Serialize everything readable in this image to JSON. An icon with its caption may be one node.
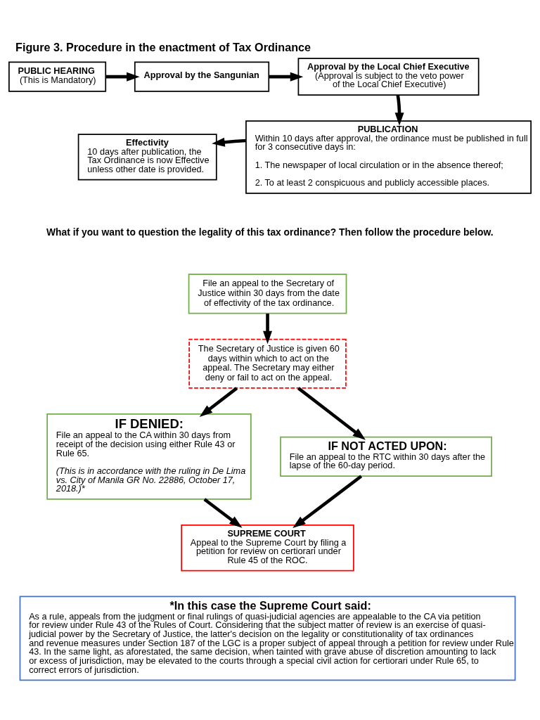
{
  "diagram": {
    "title": "Figure 3. Procedure in the enactment of Tax Ordinance",
    "nodes": [
      {
        "text": [
          "PUBLIC HEARING",
          "(This is Mandatory)"
        ]
      },
      {
        "text": [
          "Approval by the Sangunian"
        ]
      },
      {
        "text": [
          "Approval by the Local Chief Executive",
          "(Approval is subject to the veto power of the Local Chief Executive)"
        ]
      },
      {
        "text": [
          "Effectivity",
          "10 days after publication, the Tax Ordinance is now Effective unless other date is provided."
        ]
      },
      {
        "text": [
          "PUBLICATION",
          "Within 10 days after approval, the ordinance must be published in full for 3 consecutive days in:",
          "1. The newspaper of local circulation or in the absence thereof;",
          "2. To at least 2 conspicuous and publicly accessible places."
        ]
      },
      {
        "text": [
          "File an appeal to the Secretary of Justice within 30 days from the date of effectivity of the tax ordinance."
        ]
      },
      {
        "text": [
          "The Secretary of Justice is given 60 days within which to act on the appeal. The Secretary may either deny or fail to act on the appeal."
        ]
      },
      {
        "text": [
          "IF DENIED:",
          "File an appeal to the CA within 30 days from receipt of the decision using either Rule 43 or Rule 65.",
          "(This is in accordance with the ruling in De Lima vs. City of Manila GR No. 22886, October 17, 2018.)*"
        ]
      },
      {
        "text": [
          "IF NOT ACTED UPON:",
          "File an appeal to the RTC within 30 days after the lapse of the 60-day period."
        ]
      },
      {
        "text": [
          "SUPREME COURT",
          "Appeal to the Supreme Court by filing a petition for review on certiorari under Rule 45 of the ROC."
        ]
      },
      {
        "text": [
          "*In this case the Supreme Court said:",
          "As a rule, appeals from the judgment or final rulings of quasi-judicial agencies are appealable to the CA via petition for review under Rule 43 of the Rules of Court. Considering that the subject matter of review is an exercise of quasi-judicial power by the Secretary of Justice, the latter's decision on the legality or constitutionality of tax ordinances and revenue measures under Section 187 of the LGC is a proper subject of appeal through a petition for review under Rule 43. In the same light, as aforestated, the same decision, when tainted with grave abuse of discretion amounting to lack or excess of jurisdiction, may be elevated to the courts through a special civil action for certiorari under Rule 65, to correct errors of jurisdiction."
        ]
      }
    ],
    "edges": [
      {
        "from": 0,
        "to": 1,
        "arrow": "to"
      },
      {
        "from": 1,
        "to": 2,
        "arrow": "to"
      },
      {
        "from": 2,
        "to": 4,
        "arrow": "to"
      },
      {
        "from": 4,
        "to": 3,
        "arrow": "to"
      },
      {
        "from": 5,
        "to": 6,
        "arrow": "to"
      },
      {
        "from": 6,
        "to": 7,
        "arrow": "to"
      },
      {
        "from": 6,
        "to": 8,
        "arrow": "to"
      },
      {
        "from": 7,
        "to": 9,
        "arrow": "to"
      },
      {
        "from": 8,
        "to": 9,
        "arrow": "to"
      }
    ],
    "labels": [
      "What if you want to question the legality of this tax ordinance? Then follow the procedure below."
    ]
  }
}
